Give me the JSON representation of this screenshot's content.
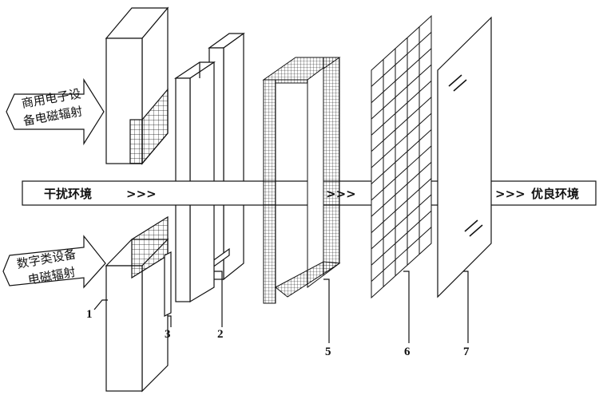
{
  "beam": {
    "left_label": "干扰环境",
    "right_label": "优良环境",
    "arrows": [
      ">>>",
      ">>>",
      ">>>"
    ]
  },
  "sources": {
    "top_label_line1": "商用电子设",
    "top_label_line2": "备电磁辐射",
    "bottom_label_line1": "数字类设备",
    "bottom_label_line2": "电磁辐射"
  },
  "parts": {
    "n1": "1",
    "n2": "2",
    "n3": "3",
    "n5": "5",
    "n6": "6",
    "n7": "7"
  },
  "colors": {
    "line": "#111111",
    "fill": "#ffffff"
  }
}
